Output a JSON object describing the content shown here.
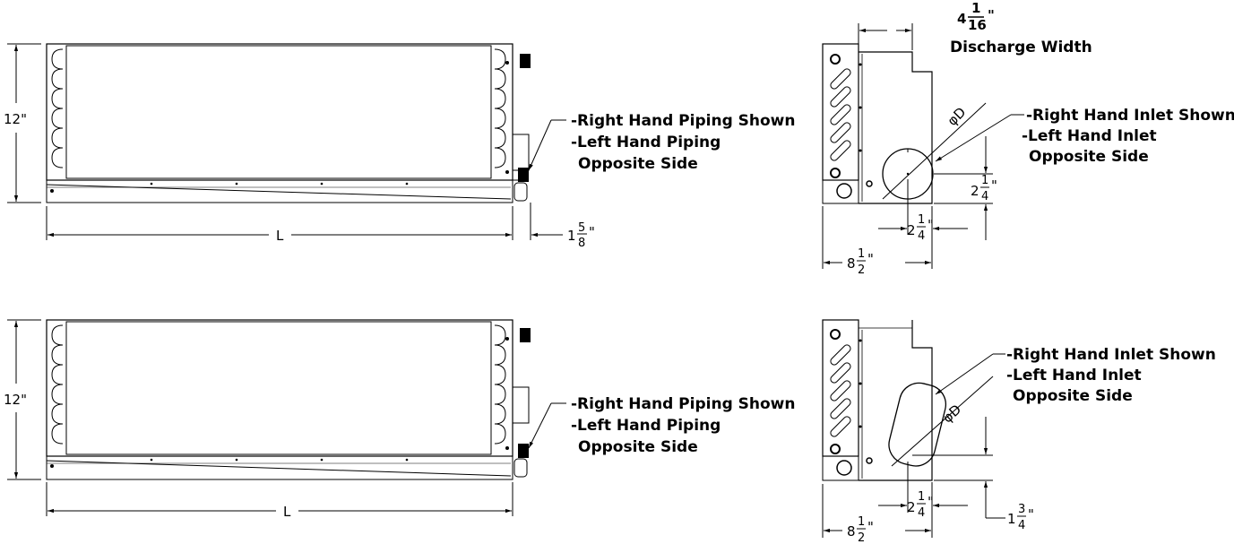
{
  "top_side_view": {
    "height_label": "12\"",
    "length_label": "L",
    "offset_whole": "1",
    "offset_num": "5",
    "offset_den": "8",
    "offset_unit": "\"",
    "note_line1": "-Right Hand Piping Shown",
    "note_line2": "-Left Hand Piping",
    "note_line3": "Opposite Side"
  },
  "bottom_side_view": {
    "height_label": "12\"",
    "length_label": "L",
    "note_line1": "-Right Hand Piping Shown",
    "note_line2": "-Left Hand Piping",
    "note_line3": "Opposite Side"
  },
  "top_end_view": {
    "discharge_whole": "4",
    "discharge_num": "1",
    "discharge_den": "16",
    "discharge_unit": "\"",
    "discharge_label": "Discharge Width",
    "diameter_label": "D",
    "note_line1": "-Right Hand Inlet Shown",
    "note_line2": "-Left Hand Inlet",
    "note_line3": "Opposite Side",
    "inlet_height_whole": "2",
    "inlet_height_num": "1",
    "inlet_height_den": "4",
    "inlet_height_unit": "\"",
    "inlet_offset_whole": "2",
    "inlet_offset_num": "1",
    "inlet_offset_den": "4",
    "inlet_offset_unit": "\"",
    "depth_whole": "8",
    "depth_num": "1",
    "depth_den": "2",
    "depth_unit": "\""
  },
  "bottom_end_view": {
    "diameter_label": "D",
    "note_line1": "-Right Hand Inlet Shown",
    "note_line2": "-Left Hand Inlet",
    "note_line3": "Opposite Side",
    "inlet_offset_whole": "2",
    "inlet_offset_num": "1",
    "inlet_offset_den": "4",
    "inlet_offset_unit": "\"",
    "inlet_height_whole": "1",
    "inlet_height_num": "3",
    "inlet_height_den": "4",
    "inlet_height_unit": "\"",
    "depth_whole": "8",
    "depth_num": "1",
    "depth_den": "2",
    "depth_unit": "\""
  }
}
